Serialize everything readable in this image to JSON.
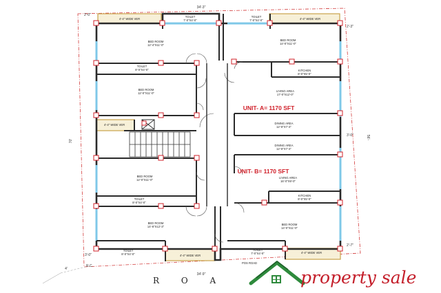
{
  "rooms": {
    "ver_tl": "4'-4\" WIDE VER",
    "toilet_tl": "TOILET",
    "toilet_tl_dim": "7'-0\"X4'-0\"",
    "toilet_tr": "TOILET",
    "toilet_tr_dim": "7'-0\"X4'-0\"",
    "ver_tr": "4'-4\" WIDE VER",
    "bed1": "BED ROOM",
    "bed1_dim": "12'-4\"X11'-0\"",
    "bed2": "BED ROOM",
    "bed2_dim": "14'-0\"X11'-0\"",
    "toilet_ml": "TOILET",
    "toilet_ml_dim": "8'-0\"X4'-0\"",
    "kitchen_a": "KITCHEN",
    "kitchen_a_dim": "8'-0\"X5'-0\"",
    "bed3": "BED ROOM",
    "bed3_dim": "12'-0\"X11'-0\"",
    "living_a": "LIVING AREA",
    "living_a_dim": "17'-0\"X12'-0\"",
    "ver_ml": "4'-4\" WIDE VER",
    "dining_a": "DINING AREA",
    "dining_a_dim": "12'-8\"X7'-4\"",
    "dining_b": "DINING AREA",
    "dining_b_dim": "12'-8\"X7'-4\"",
    "bed4": "BED ROOM",
    "bed4_dim": "12'-0\"X11'-0\"",
    "living_b": "LIVING AREA",
    "living_b_dim": "16'-0\"X9'-0\"",
    "toilet_lb": "TOILET",
    "toilet_lb_dim": "8'-0\"X4'-0\"",
    "kitchen_b": "KITCHEN",
    "kitchen_b_dim": "8'-0\"X5'-0\"",
    "bed5": "BED ROOM",
    "bed5_dim": "14'-8\"X12'-3\"",
    "bed6": "BED ROOM",
    "bed6_dim": "14'-0\"X11'-0\"",
    "toilet_bl": "TOILET",
    "toilet_bl_dim": "8'-0\"X4'-0\"",
    "ver_bl": "4'-4\" WIDE VER",
    "toilet_br": "TOILET",
    "toilet_br_dim": "7'-0\"X4'-0\"",
    "ver_br": "4'-4\" WIDE VER"
  },
  "units": {
    "a": "UNIT- A= 1170 SFT",
    "b": "UNIT- B= 1170 SFT"
  },
  "dims": {
    "top": "34'-3\"",
    "bottom": "34'-9\"",
    "left": "70'",
    "right": "56'-",
    "right_mid": "3'-0\"",
    "top_left": "2'-0\"",
    "top_right": "2'-3\"",
    "bottom_left": "3'-0\"",
    "bottom_right": "2'-7\"",
    "bottom_note": "R.C.",
    "foot_left": "4'",
    "pos_road": "POS ROAD"
  },
  "road": "R O A",
  "logo": {
    "text": "property sale"
  },
  "colors": {
    "wall": "#2a2a2a",
    "window": "#7fc8e8",
    "veranda": "#c9a24a",
    "accent": "#d0202a",
    "logo_green": "#2e8a3c"
  }
}
